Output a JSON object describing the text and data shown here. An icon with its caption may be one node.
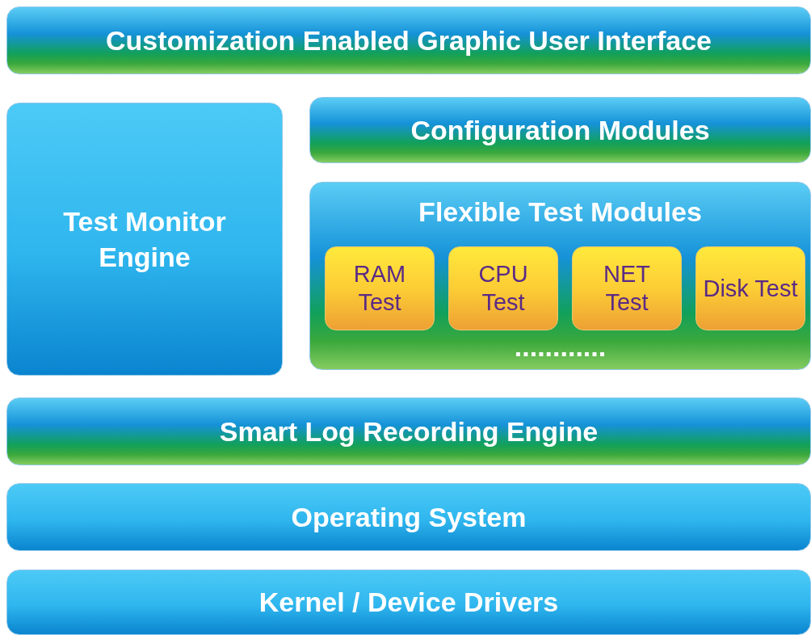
{
  "diagram": {
    "nodes": [
      {
        "text": [
          "Customization Enabled Graphic User Interface"
        ]
      },
      {
        "text": [
          "Test Monitor Engine"
        ]
      },
      {
        "text": [
          "Configuration Modules"
        ]
      },
      {
        "text": [
          "Flexible Test Modules",
          "............"
        ]
      },
      {
        "text": [
          "RAM Test"
        ],
        "in": 3
      },
      {
        "text": [
          "CPU Test"
        ],
        "in": 3
      },
      {
        "text": [
          "NET Test"
        ],
        "in": 3
      },
      {
        "text": [
          "Disk Test"
        ],
        "in": 3
      },
      {
        "text": [
          "Smart Log Recording Engine"
        ]
      },
      {
        "text": [
          "Operating System"
        ]
      },
      {
        "text": [
          "Kernel / Device Drivers"
        ]
      }
    ]
  }
}
